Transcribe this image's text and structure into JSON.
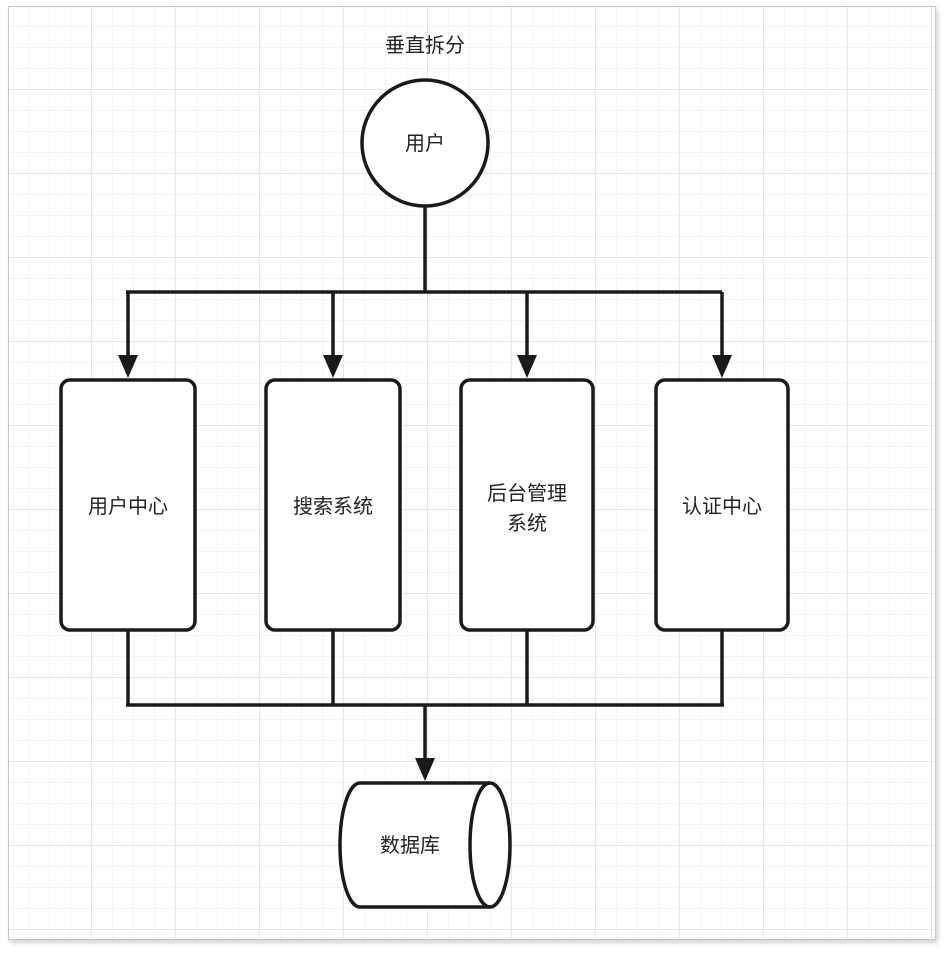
{
  "diagram": {
    "title": "垂直拆分",
    "user_node": "用户",
    "services": [
      {
        "lines": [
          "用户中心"
        ]
      },
      {
        "lines": [
          "搜索系统"
        ]
      },
      {
        "lines": [
          "后台管理",
          "系统"
        ]
      },
      {
        "lines": [
          "认证中心"
        ]
      }
    ],
    "database": "数据库"
  },
  "colors": {
    "stroke": "#1a1a1a",
    "fill": "#ffffff",
    "grid": "#e6e6e6"
  }
}
